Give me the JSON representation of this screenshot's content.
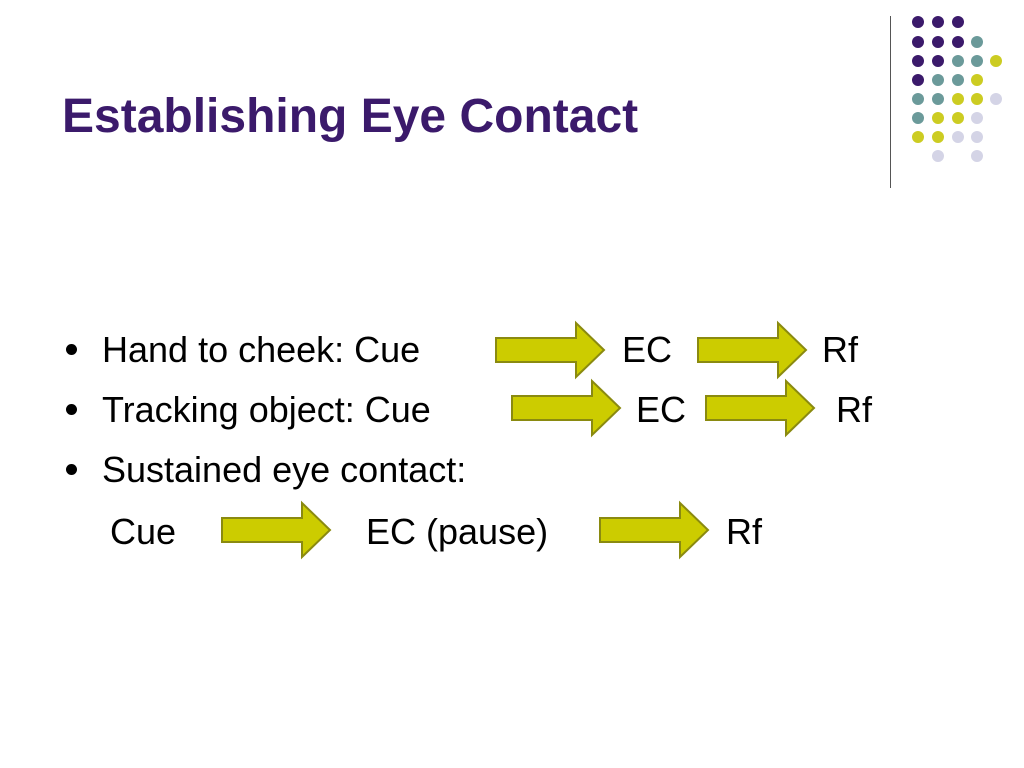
{
  "slide": {
    "title": "Establishing Eye Contact",
    "bullets": [
      {
        "label": "Hand to cheek: Cue",
        "mid": "EC",
        "end": "Rf"
      },
      {
        "label": "Tracking object: Cue",
        "mid": "EC",
        "end": "Rf"
      },
      {
        "label": "Sustained eye contact:"
      }
    ],
    "sub_row": {
      "start": "Cue",
      "mid": "EC (pause)",
      "end": "Rf"
    }
  },
  "colors": {
    "title": "#3b1a6b",
    "arrow_fill": "#cccc00",
    "arrow_stroke": "#8a8a10",
    "dot_purple": "#3b1a6b",
    "dot_teal": "#6b9a9a",
    "dot_yellow": "#cccc22",
    "dot_lavender": "#d4d4e6"
  }
}
